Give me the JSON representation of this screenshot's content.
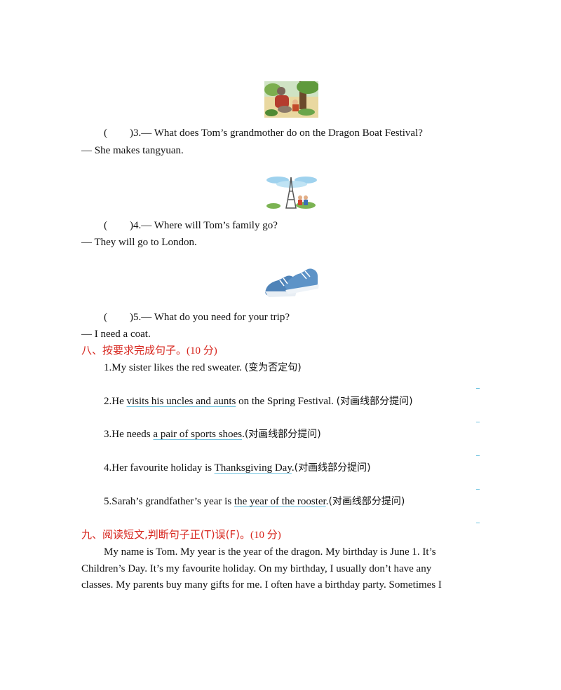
{
  "questions": [
    {
      "paren": "(",
      "close": ")",
      "q": "3.— What does Tom’s grandmother do on the Dragon Boat Festival?",
      "a": "— She makes tangyuan."
    },
    {
      "paren": "(",
      "close": ")",
      "q": "4.— Where will Tom’s family go?",
      "a": "— They will go to London."
    },
    {
      "paren": "(",
      "close": ")",
      "q": "5.— What do you need for your trip?",
      "a": "— I need a coat."
    }
  ],
  "section8": {
    "title_cn": "八、按要求完成句子。",
    "score": "(10 分)",
    "items": [
      {
        "pre": "1.My sister likes the red sweater. ",
        "u": "",
        "post": "",
        "note": "(变为否定句)"
      },
      {
        "pre": "2.He ",
        "u": "visits his uncles and aunts",
        "post": " on the Spring Festival. ",
        "note": "(对画线部分提问)"
      },
      {
        "pre": "3.He needs ",
        "u": "a pair of sports shoes",
        "post": ".",
        "note": "(对画线部分提问)"
      },
      {
        "pre": "4.Her favourite holiday is ",
        "u": "Thanksgiving Day",
        "post": ".",
        "note": "(对画线部分提问)"
      },
      {
        "pre": "5.Sarah’s grandfather’s year is ",
        "u": "the year of the rooster",
        "post": ".",
        "note": "(对画线部分提问)"
      }
    ]
  },
  "section9": {
    "title_cn": "九、阅读短文,判断句子正(T)误(F)。",
    "score": "(10 分)",
    "lines": [
      "My name is Tom. My year is the year of the dragon. My birthday is June 1. It’s",
      "Children’s Day. It’s my favourite holiday. On my birthday, I usually don’t have any",
      "classes. My parents buy many gifts for me. I often have a birthday party. Sometimes I"
    ]
  }
}
